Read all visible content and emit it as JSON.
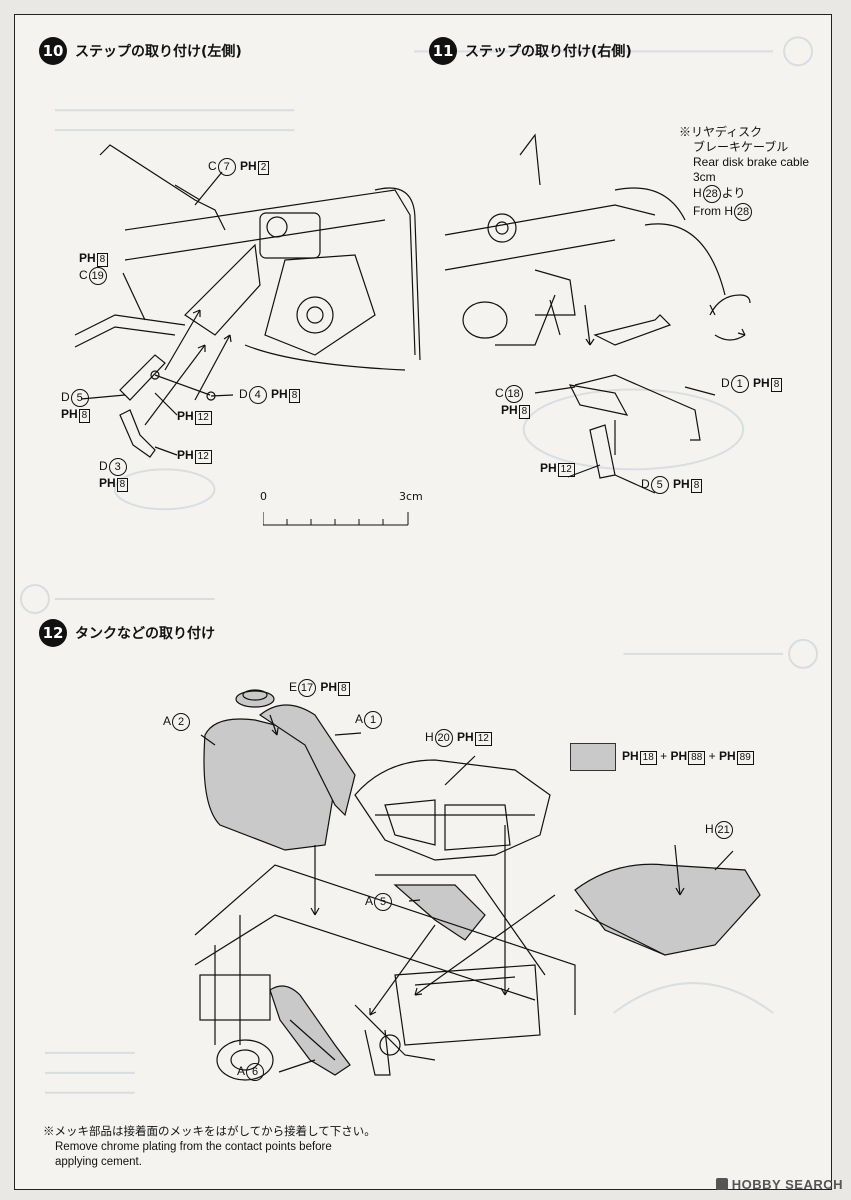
{
  "steps": [
    {
      "number": "10",
      "title": "ステップの取り付け(左側)"
    },
    {
      "number": "11",
      "title": "ステップの取り付け(右側)"
    },
    {
      "number": "12",
      "title": "タンクなどの取り付け"
    }
  ],
  "left_labels": {
    "c7": {
      "letter": "C",
      "num": "7",
      "ph": "PH",
      "box": "2"
    },
    "ph8_top": {
      "ph": "PH",
      "box": "8"
    },
    "c19": {
      "letter": "C",
      "num": "19"
    },
    "d5": {
      "letter": "D",
      "num": "5"
    },
    "ph8_d5": {
      "ph": "PH",
      "box": "8"
    },
    "ph12_a": {
      "ph": "PH",
      "box": "12"
    },
    "d4": {
      "letter": "D",
      "num": "4",
      "ph": "PH",
      "box": "8"
    },
    "ph12_b": {
      "ph": "PH",
      "box": "12"
    },
    "d3": {
      "letter": "D",
      "num": "3"
    },
    "ph8_d3": {
      "ph": "PH",
      "box": "8"
    }
  },
  "right_labels": {
    "note_mark": "※リヤディスク",
    "note_jp2": "ブレーキケーブル",
    "note_en": "Rear disk brake cable",
    "note_len": "3cm",
    "note_from_jp": "H",
    "note_from_jp_num": "28",
    "note_from_jp_suffix": "より",
    "note_from_en": "From H",
    "note_from_en_num": "28",
    "d1": {
      "letter": "D",
      "num": "1",
      "ph": "PH",
      "box": "8"
    },
    "c18": {
      "letter": "C",
      "num": "18"
    },
    "ph8_c18": {
      "ph": "PH",
      "box": "8"
    },
    "ph12": {
      "ph": "PH",
      "box": "12"
    },
    "d5": {
      "letter": "D",
      "num": "5",
      "ph": "PH",
      "box": "8"
    }
  },
  "scale": {
    "start": "0",
    "end": "3cm"
  },
  "tank_labels": {
    "e17": {
      "letter": "E",
      "num": "17",
      "ph": "PH",
      "box": "8"
    },
    "a2": {
      "letter": "A",
      "num": "2"
    },
    "a1": {
      "letter": "A",
      "num": "1"
    },
    "h20": {
      "letter": "H",
      "num": "20",
      "ph": "PH",
      "box": "12"
    },
    "h21": {
      "letter": "H",
      "num": "21"
    },
    "a5": {
      "letter": "A",
      "num": "5"
    },
    "a6": {
      "letter": "A",
      "num": "6"
    }
  },
  "legend": {
    "p1": "PH",
    "b1": "18",
    "plus1": "+",
    "p2": "PH",
    "b2": "88",
    "plus2": "+",
    "p3": "PH",
    "b3": "89"
  },
  "footer": {
    "jp": "※メッキ部品は接着面のメッキをはがしてから接着して下さい。",
    "en1": "Remove chrome plating from the contact points before",
    "en2": "applying cement."
  },
  "watermark": "HOBBY SEARCH",
  "colors": {
    "paint_fill": "#c9c9c9",
    "ink": "#111111"
  }
}
